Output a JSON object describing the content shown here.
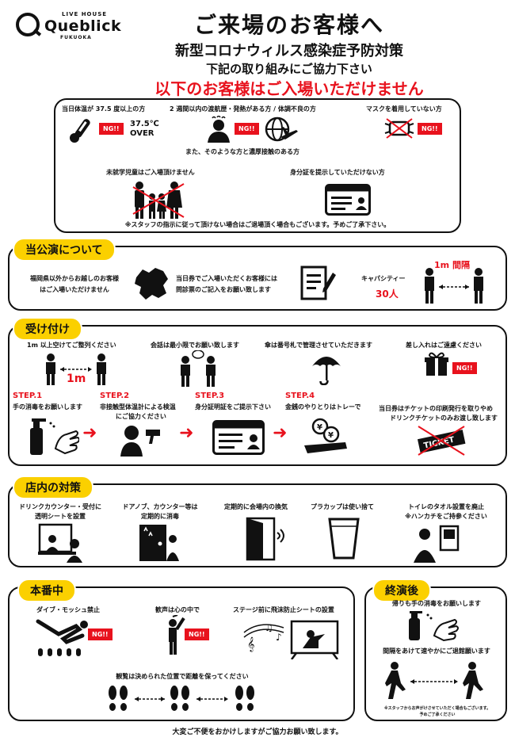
{
  "header": {
    "logo_small_top": "LIVE HOUSE",
    "logo_name": "Queblick",
    "logo_small_bottom": "FUKUOKA",
    "title": "ご来場のお客様へ",
    "subtitle": "新型コロナウィルス感染症予防対策",
    "request": "下記の取り組みにご協力下さい",
    "warning": "以下のお客様はご入場いただけません"
  },
  "restrictions": {
    "fever_label": "当日体温が 37.5 度以上の方",
    "fever_value": "37.5℃",
    "fever_over": "OVER",
    "travel_label": "2 週間以内の渡航歴・発熱がある方 / 体調不良の方",
    "mask_label": "マスクを着用していない方",
    "contact_label": "また、そのような方と濃厚接触のある方",
    "children_label": "未就学児童はご入場頂けません",
    "id_label": "身分証を提示していただけない方",
    "note": "※スタッフの指示に従って頂けない場合はご退場頂く場合もございます。予めご了承下さい。",
    "ng": "NG!!"
  },
  "performance": {
    "tag": "当公演について",
    "fukuoka_text_1": "福岡県以外からお越しのお客様",
    "fukuoka_text_2": "はご入場いただけません",
    "ticket_text_1": "当日券でご入場いただくお客様には",
    "ticket_text_2": "問診票のご記入をお願い致します",
    "capacity_label": "キャパシティー",
    "capacity_value": "30人",
    "distance": "1m 間隔"
  },
  "reception": {
    "tag": "受け付け",
    "line_label": "1m 以上空けてご整列ください",
    "line_distance": "1m",
    "talk_label": "会話は最小限でお願い致します",
    "umbrella_label": "傘は番号札で管理させていただきます",
    "gift_label": "差し入れはご遠慮ください",
    "step1_title": "STEP.1",
    "step1_text": "手の消毒をお願いします",
    "step2_title": "STEP.2",
    "step2_text_1": "非接触型体温計による検温",
    "step2_text_2": "にご協力ください",
    "step3_title": "STEP.3",
    "step3_text": "身分証明証をご提示下さい",
    "step4_title": "STEP.4",
    "step4_text": "金銭のやりとりはトレーで",
    "ticket_note_1": "当日券はチケットの印刷発行を取りやめ",
    "ticket_note_2": "ドリンクチケットのみお渡し致します",
    "ticket_word": "TICKET"
  },
  "venue": {
    "tag": "店内の対策",
    "item1_1": "ドリンクカウンター・受付に",
    "item1_2": "透明シートを設置",
    "item2_1": "ドアノブ、カウンター等は",
    "item2_2": "定期的に消毒",
    "item3": "定期的に会場内の換気",
    "item4": "プラカップは使い捨て",
    "item5_1": "トイレのタオル設置を廃止",
    "item5_2": "※ハンカチをご持参ください"
  },
  "show": {
    "tag": "本番中",
    "dive_label": "ダイブ・モッシュ禁止",
    "cheer_label": "歓声は心の中で",
    "sheet_label": "ステージ前に飛沫防止シートの設置",
    "position_label": "観覧は決められた位置で距離を保ってください"
  },
  "after": {
    "tag": "終演後",
    "sanitize_label": "帰りも手の消毒をお願いします",
    "leave_label": "間隔をあけて速やかにご退館願います",
    "note_1": "※スタッフからお声がけさせていただく場合もございます。",
    "note_2": "予めご了承ください"
  },
  "footer": {
    "text": "大変ご不便をおかけしますがご協力お願い致します。"
  },
  "colors": {
    "accent_yellow": "#fbd000",
    "warning_red": "#e8121d",
    "ink": "#111111"
  }
}
